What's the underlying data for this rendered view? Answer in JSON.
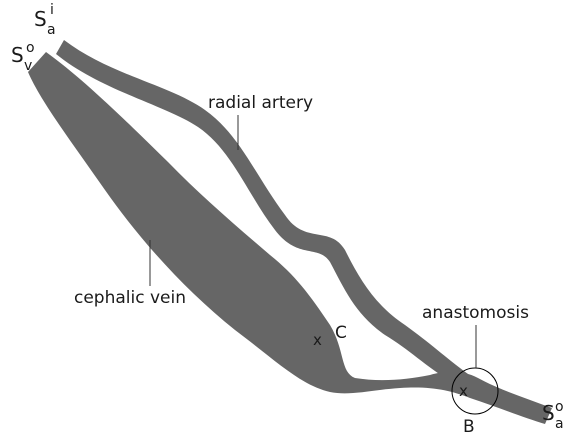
{
  "diagram": {
    "vessel_color": "#666666",
    "labels": {
      "radial_artery": "radial artery",
      "cephalic_vein": "cephalic vein",
      "anastomosis": "anastomosis",
      "point_c": "C",
      "point_b": "B",
      "marker": "x"
    },
    "boundary_labels": {
      "artery_inlet": {
        "base": "S",
        "sub": "a",
        "sup": "i"
      },
      "vein_outlet": {
        "base": "S",
        "sub": "v",
        "sup": "o"
      },
      "artery_outlet": {
        "base": "S",
        "sub": "a",
        "sup": "o"
      }
    }
  }
}
